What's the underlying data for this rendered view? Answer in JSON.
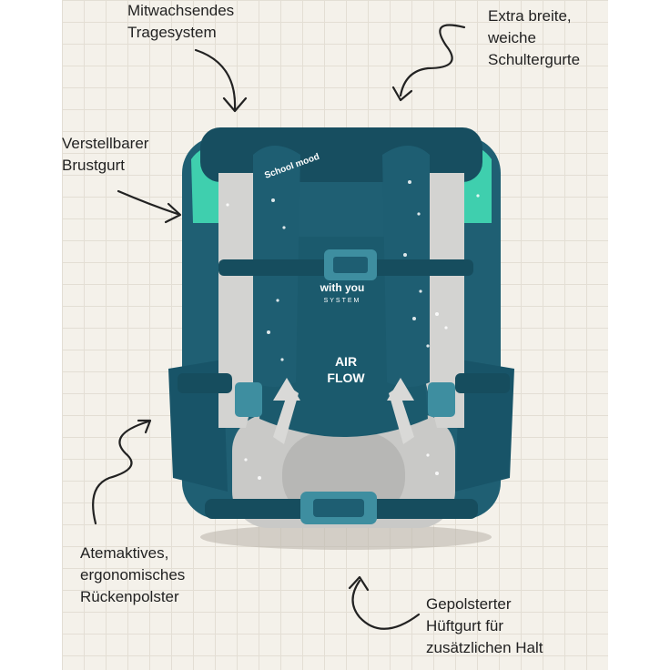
{
  "callouts": {
    "top_left": [
      "Mitwachsendes",
      "Tragesystem"
    ],
    "top_right": [
      "Extra breite,",
      "weiche",
      "Schultergurte"
    ],
    "mid_left": [
      "Verstellbarer",
      "Brustgurt"
    ],
    "bottom_left": [
      "Atemaktives,",
      "ergonomisches",
      "Rückenpolster"
    ],
    "bottom_right": [
      "Gepolsterter",
      "Hüftgurt für",
      "zusätzlichen Halt"
    ]
  },
  "backpack": {
    "brand_logo": "School mood",
    "chest_text": [
      "with you",
      "SYSTEM"
    ],
    "back_text": [
      "AIR",
      "FLOW"
    ]
  },
  "colors": {
    "background": "#f4f1ea",
    "teal": "#1f5f73",
    "teal_dark": "#154a5a",
    "grey_padding": "#c9c9c7",
    "accent_mint": "#3fcfae"
  }
}
